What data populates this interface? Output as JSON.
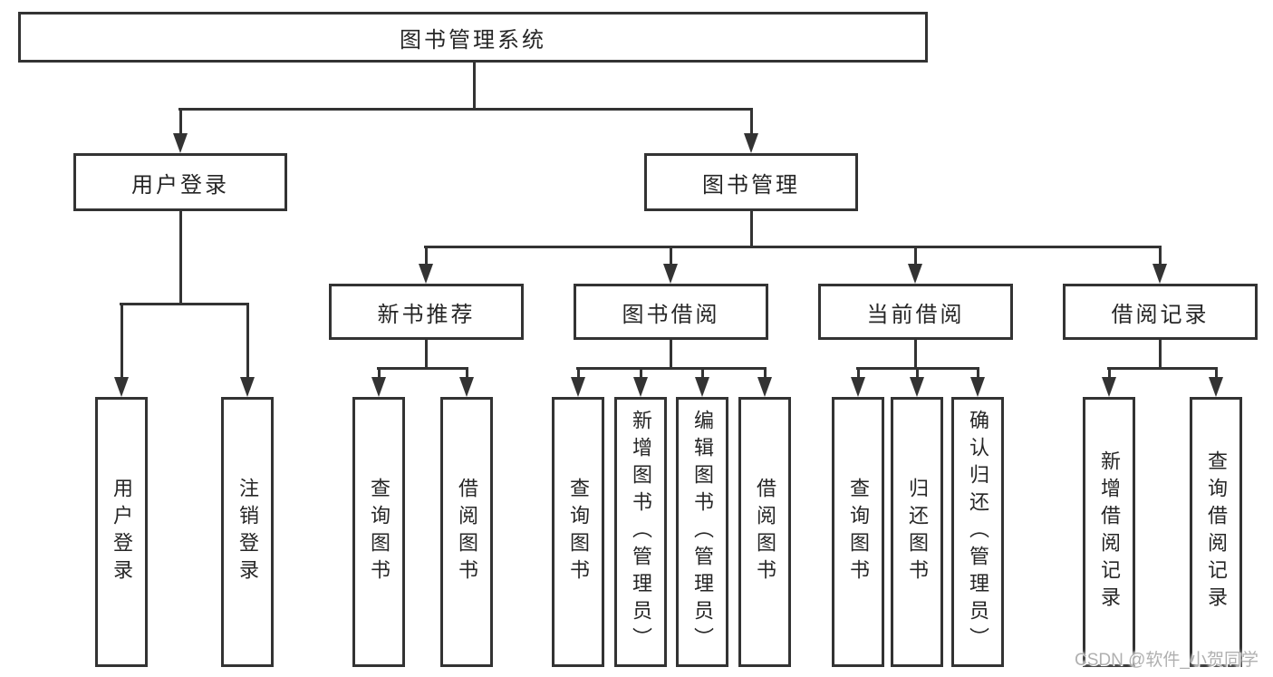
{
  "diagram": {
    "root": {
      "label": "图书管理系统"
    },
    "branches": [
      {
        "label": "用户登录"
      },
      {
        "label": "图书管理"
      }
    ],
    "sections": [
      {
        "label": "新书推荐"
      },
      {
        "label": "图书借阅"
      },
      {
        "label": "当前借阅"
      },
      {
        "label": "借阅记录"
      }
    ],
    "leaves": [
      {
        "label": "用户登录"
      },
      {
        "label": "注销登录"
      },
      {
        "label": "查询图书"
      },
      {
        "label": "借阅图书"
      },
      {
        "label": "查询图书"
      },
      {
        "label": "新增图书（管理员）"
      },
      {
        "label": "编辑图书（管理员）"
      },
      {
        "label": "借阅图书"
      },
      {
        "label": "查询图书"
      },
      {
        "label": "归还图书"
      },
      {
        "label": "确认归还（管理员）"
      },
      {
        "label": "新增借阅记录"
      },
      {
        "label": "查询借阅记录"
      }
    ]
  },
  "watermark": {
    "text": "CSDN @软件_小贺同学"
  },
  "colors": {
    "line": "#333333",
    "text": "#262626",
    "background": "#ffffff",
    "watermark": "#b0b0b0"
  }
}
